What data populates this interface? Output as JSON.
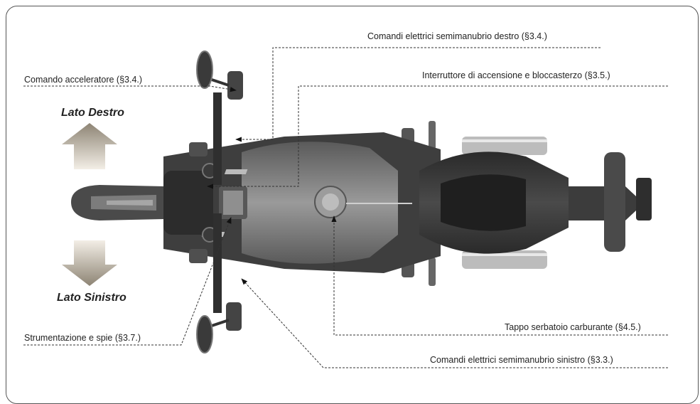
{
  "callouts": {
    "throttle": "Comando acceleratore (§3.4.)",
    "right_controls": "Comandi elettrici semimanubrio destro (§3.4.)",
    "ignition": "Interruttore di accensione e bloccasterzo (§3.5.)",
    "instruments": "Strumentazione e spie (§3.7.)",
    "fuel_cap": "Tappo serbatoio carburante (§4.5.)",
    "left_controls": "Comandi elettrici semimanubrio sinistro (§3.3.)"
  },
  "sides": {
    "right": "Lato Destro",
    "left": "Lato Sinistro"
  },
  "colors": {
    "arrow_light": "#efe9df",
    "arrow_dark": "#8d8474",
    "bike_dark": "#3a3a3a",
    "bike_mid": "#6e6e6e",
    "tank": "#8a8a8a"
  },
  "illustration": "motorcycle-top-view"
}
